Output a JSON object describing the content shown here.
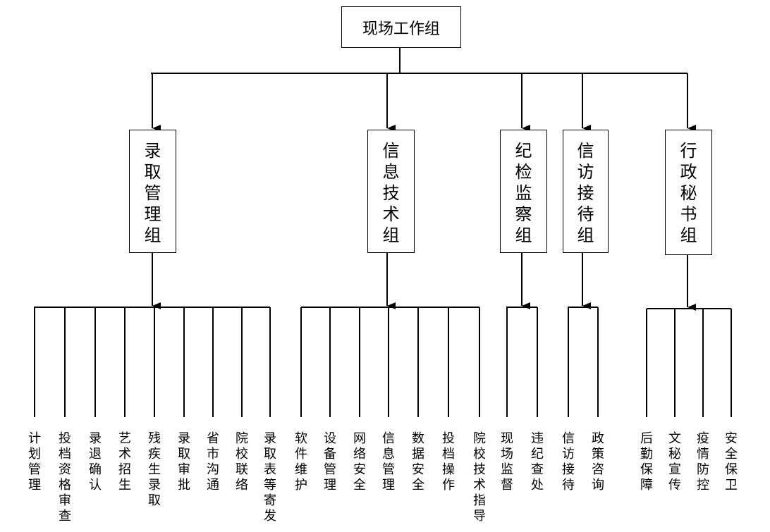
{
  "root": {
    "label": "现场工作组"
  },
  "groups": [
    {
      "label": "录取管理组",
      "tasks": [
        "计划管理",
        "投档资格审查",
        "录退确认",
        "艺术招生",
        "残疾生录取",
        "录取审批",
        "省市沟通",
        "院校联络",
        "录取表等寄发"
      ]
    },
    {
      "label": "信息技术组",
      "tasks": [
        "软件维护",
        "设备管理",
        "网络安全",
        "信息管理",
        "数据安全",
        "投档操作",
        "院校技术指导"
      ]
    },
    {
      "label": "纪检监察组",
      "tasks": [
        "现场监督",
        "违纪查处"
      ]
    },
    {
      "label": "信访接待组",
      "tasks": [
        "信访接待",
        "政策咨询"
      ]
    },
    {
      "label": "行政秘书组",
      "tasks": [
        "后勤保障",
        "文秘宣传",
        "疫情防控",
        "安全保卫"
      ]
    }
  ]
}
